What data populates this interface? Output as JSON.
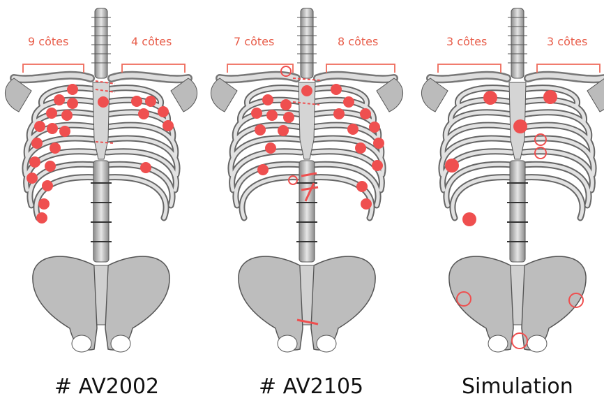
{
  "panels": [
    {
      "left_label": "9 côtes",
      "right_label": "4 côtes",
      "caption": "# AV2002"
    },
    {
      "left_label": "7 côtes",
      "right_label": "8 côtes",
      "caption": "# AV2105"
    },
    {
      "left_label": "3 côtes",
      "right_label": "3 côtes",
      "caption": "Simulation"
    }
  ],
  "colors": {
    "marker": "#ef4f4f",
    "bone": "#c9c9c9",
    "bone_dark": "#6f6f6f",
    "label": "#e85d4a"
  }
}
